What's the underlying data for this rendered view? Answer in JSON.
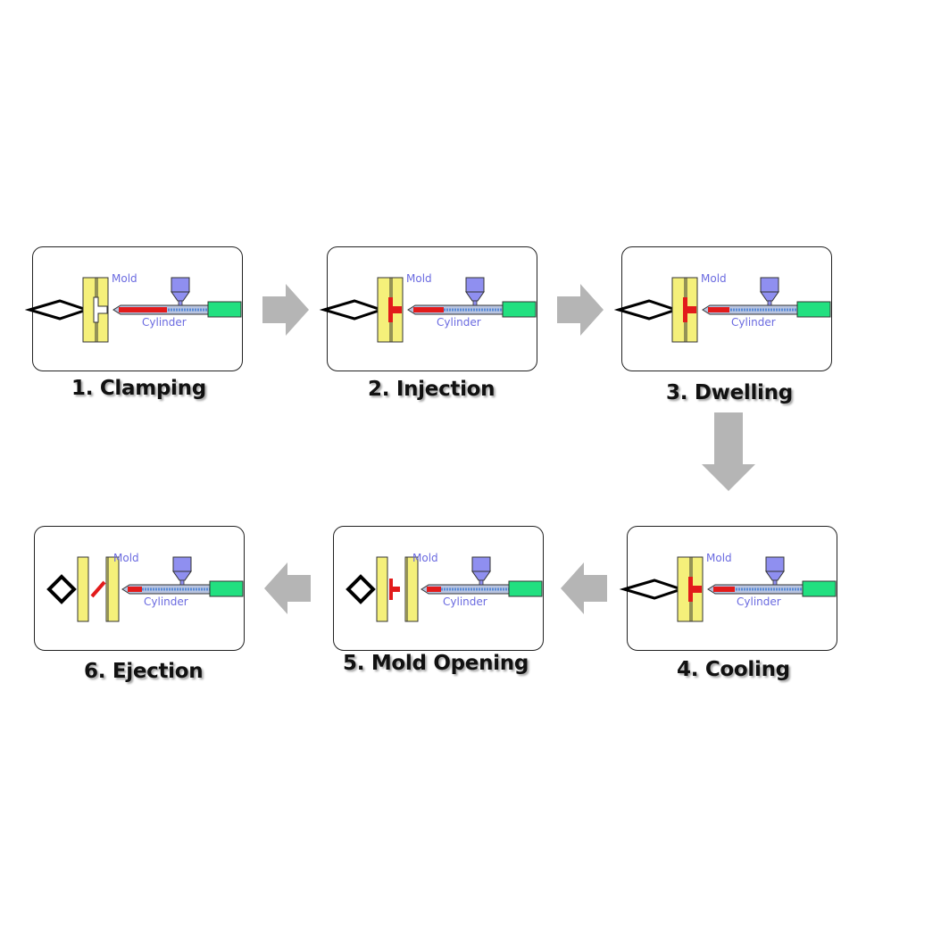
{
  "diagram": {
    "labels": {
      "mold": "Mold",
      "cylinder": "Cylinder"
    },
    "steps": [
      {
        "number": 1,
        "title": "1. Clamping",
        "stage": "clamping"
      },
      {
        "number": 2,
        "title": "2. Injection",
        "stage": "injection"
      },
      {
        "number": 3,
        "title": "3. Dwelling",
        "stage": "dwelling"
      },
      {
        "number": 4,
        "title": "4. Cooling",
        "stage": "cooling"
      },
      {
        "number": 5,
        "title": "5. Mold Opening",
        "stage": "opening"
      },
      {
        "number": 6,
        "title": "6. Ejection",
        "stage": "ejection"
      }
    ],
    "colors": {
      "mold": "#f5f07a",
      "hopper": "#8f8ff0",
      "motor": "#22e080",
      "plastic": "#e21b1b",
      "barrel": "#b8c4e0",
      "screw": "#5a8bd8",
      "arrow": "#b5b5b5",
      "text_label": "#6a6ae0"
    }
  }
}
